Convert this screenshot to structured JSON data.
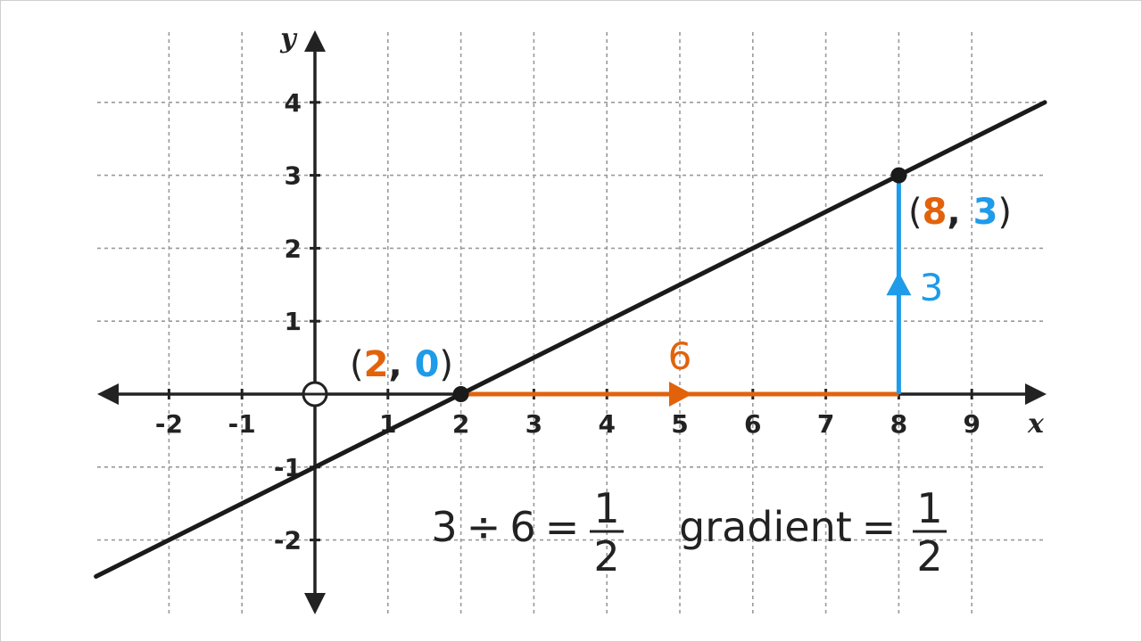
{
  "colors": {
    "axis": "#222222",
    "grid": "#9a9a9a",
    "line": "#1a1a1a",
    "run": "#e2620c",
    "rise": "#1e9be9"
  },
  "chart_data": {
    "type": "line",
    "xlabel": "x",
    "ylabel": "y",
    "xlim": [
      -3,
      10
    ],
    "ylim": [
      -3,
      5
    ],
    "x_ticks": [
      "-2",
      "-1",
      "1",
      "2",
      "3",
      "4",
      "5",
      "6",
      "7",
      "8",
      "9"
    ],
    "y_ticks": [
      "4",
      "3",
      "2",
      "1",
      "-1",
      "-2"
    ],
    "origin_label": "O",
    "grid": true,
    "series": [
      {
        "x": [
          -3,
          10
        ],
        "y": [
          -2.5,
          4
        ]
      }
    ],
    "points": [
      {
        "x": 2,
        "y": 0,
        "label_open": "(",
        "label_x": "2",
        "label_sep": ", ",
        "label_y": "0",
        "label_close": ")"
      },
      {
        "x": 8,
        "y": 3,
        "label_open": "(",
        "label_x": "8",
        "label_sep": ", ",
        "label_y": "3",
        "label_close": ")"
      }
    ],
    "run": {
      "from": [
        2,
        0
      ],
      "to": [
        8,
        0
      ],
      "label": "6"
    },
    "rise": {
      "from": [
        8,
        0
      ],
      "to": [
        8,
        3
      ],
      "label": "3"
    },
    "equation": {
      "rise": "3",
      "divide": "÷",
      "run": "6",
      "equals": "=",
      "numerator": "1",
      "denominator": "2"
    },
    "gradient": {
      "label": "gradient",
      "equals": "=",
      "numerator": "1",
      "denominator": "2"
    }
  }
}
